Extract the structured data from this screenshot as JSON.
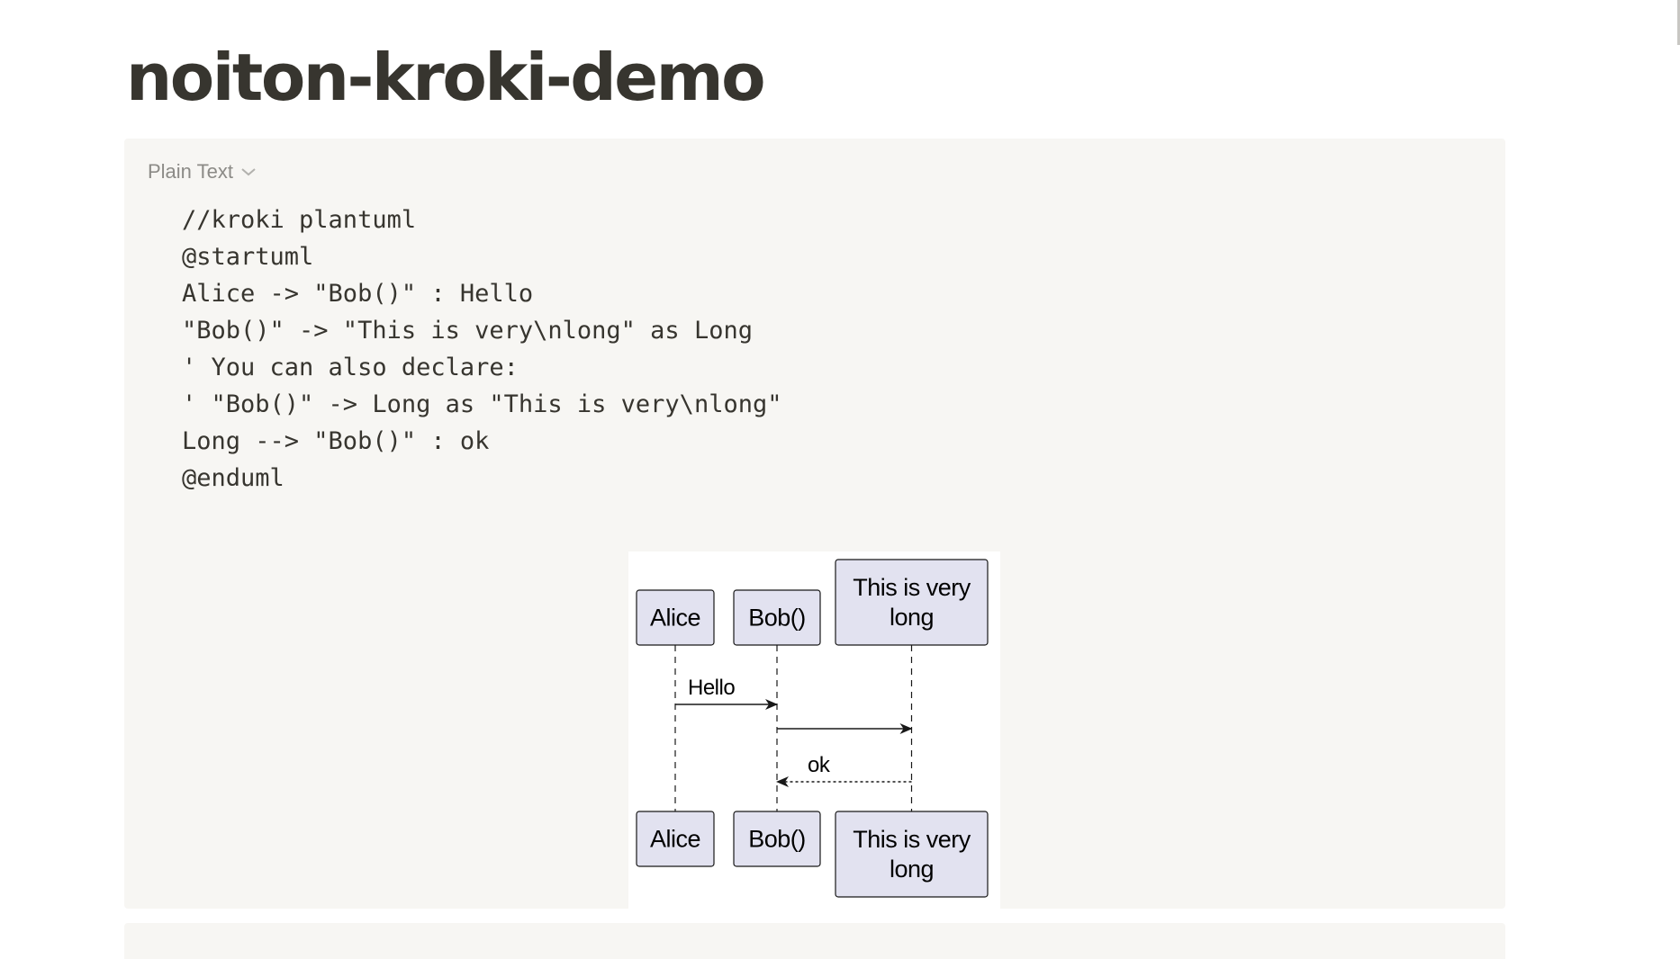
{
  "page": {
    "title": "noiton-kroki-demo"
  },
  "code_block": {
    "language": "Plain Text",
    "lines": [
      "//kroki plantuml",
      "@startuml",
      "Alice -> \"Bob()\" : Hello",
      "\"Bob()\" -> \"This is very\\nlong\" as Long",
      "' You can also declare:",
      "' \"Bob()\" -> Long as \"This is very\\nlong\"",
      "Long --> \"Bob()\" : ok",
      "@enduml"
    ]
  },
  "diagram": {
    "participants": [
      {
        "id": "alice",
        "lines": [
          "Alice"
        ]
      },
      {
        "id": "bob",
        "lines": [
          "Bob()"
        ]
      },
      {
        "id": "long",
        "lines": [
          "This is very",
          "long"
        ]
      }
    ],
    "messages": [
      {
        "from": "alice",
        "to": "bob",
        "label": "Hello",
        "style": "solid"
      },
      {
        "from": "bob",
        "to": "long",
        "label": "",
        "style": "solid"
      },
      {
        "from": "long",
        "to": "bob",
        "label": "ok",
        "style": "dashed"
      }
    ],
    "colors": {
      "participant_fill": "#e2e2f0",
      "participant_stroke": "#181818",
      "lifeline": "#181818",
      "text": "#000000"
    }
  },
  "theme": {
    "code_background": "#f7f6f3",
    "text_color": "#37352f",
    "muted_text": "#8c8b87"
  }
}
